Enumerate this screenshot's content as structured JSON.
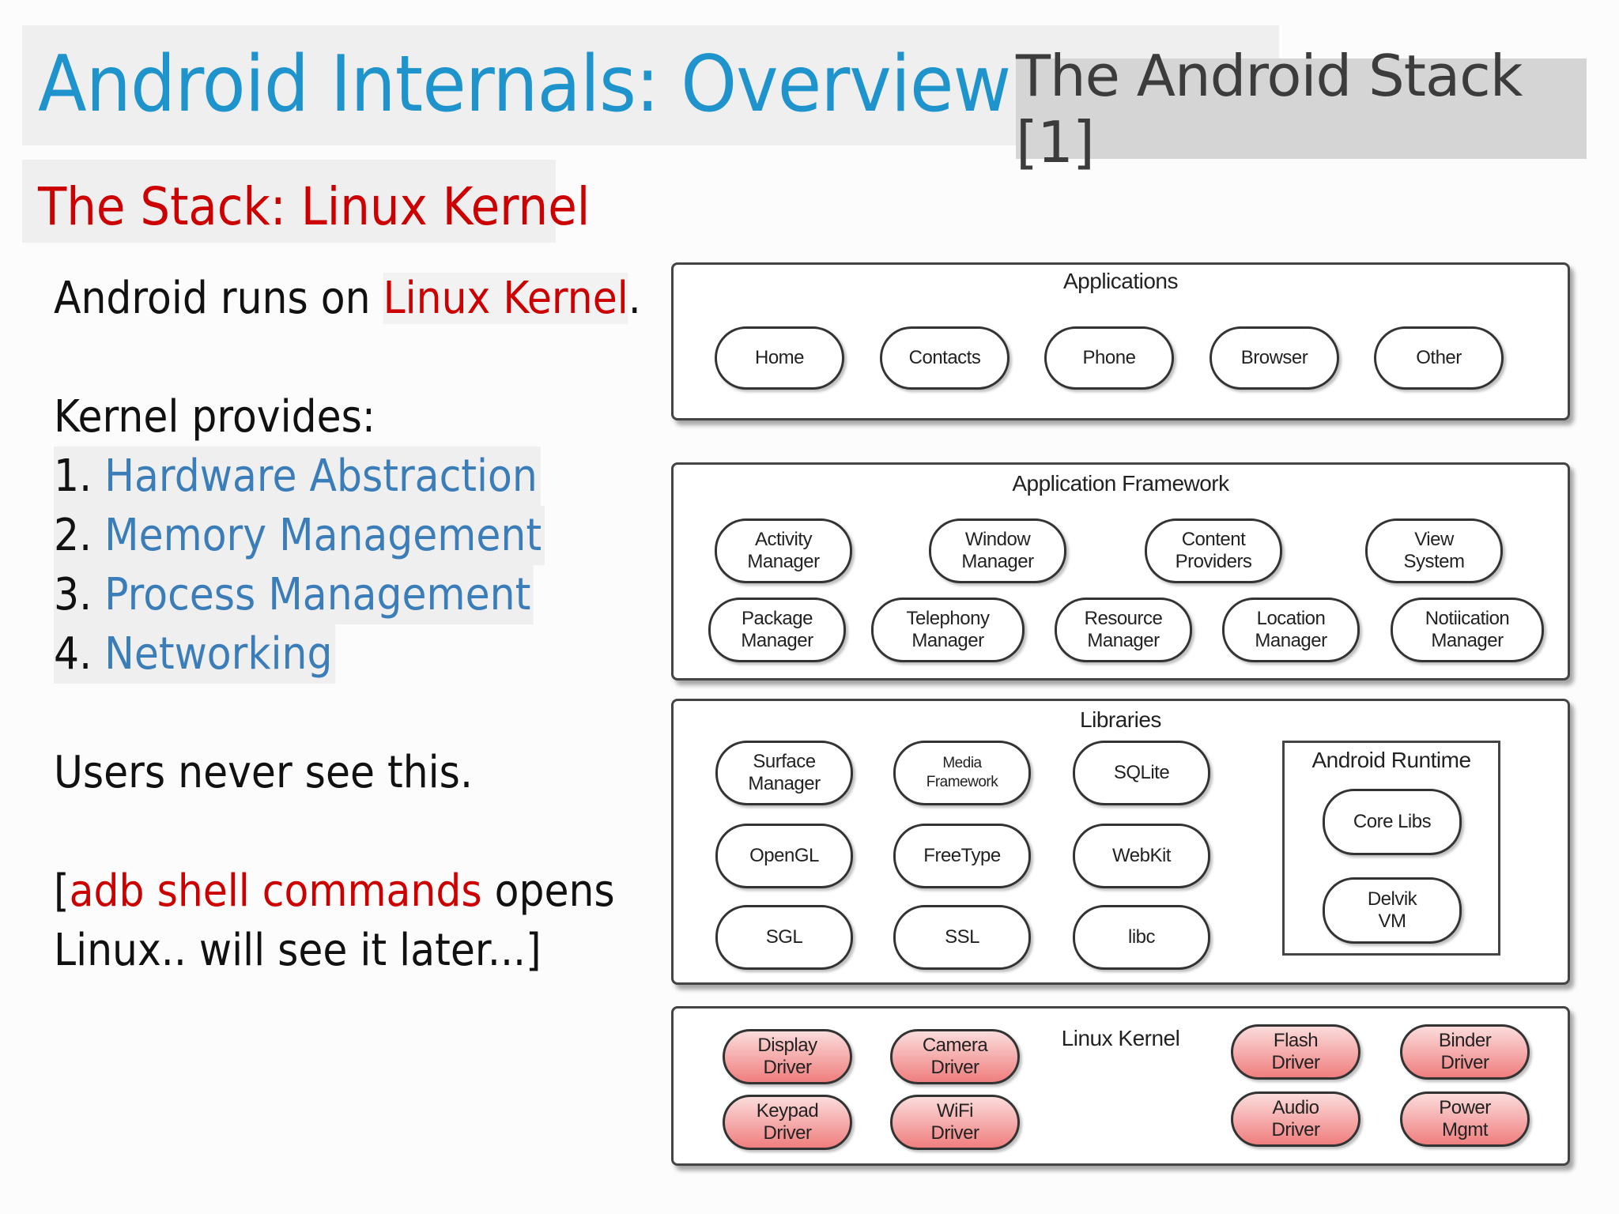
{
  "header": {
    "title": "Android Internals: Overview",
    "badge": "The Android Stack [1]",
    "subtitle": "The Stack: Linux Kernel"
  },
  "body": {
    "line1_a": "Android runs on ",
    "line1_b": "Linux Kernel",
    "line1_c": ".",
    "provides": "Kernel provides:",
    "items": [
      {
        "num": "1. ",
        "text": "Hardware Abstraction"
      },
      {
        "num": "2. ",
        "text": "Memory Management"
      },
      {
        "num": "3. ",
        "text": "Process Management"
      },
      {
        "num": "4. ",
        "text": "Networking"
      }
    ],
    "users": "Users never see this.",
    "adb_open": "[",
    "adb_cmd": "adb shell commands",
    "adb_rest": " opens",
    "adb_line2": "Linux.. will see it later...]"
  },
  "diagram": {
    "applications": {
      "title": "Applications",
      "items": [
        "Home",
        "Contacts",
        "Phone",
        "Browser",
        "Other"
      ]
    },
    "framework": {
      "title": "Application Framework",
      "row1": [
        "Activity\nManager",
        "Window\nManager",
        "Content\nProviders",
        "View\nSystem"
      ],
      "row2": [
        "Package\nManager",
        "Telephony\nManager",
        "Resource\nManager",
        "Location\nManager",
        "Notiication\nManager"
      ]
    },
    "libraries": {
      "title": "Libraries",
      "items": [
        "Surface\nManager",
        "Media\nFramework",
        "SQLite",
        "OpenGL",
        "FreeType",
        "WebKit",
        "SGL",
        "SSL",
        "libc"
      ],
      "runtime_title": "Android Runtime",
      "runtime_items": [
        "Core Libs",
        "Delvik\nVM"
      ]
    },
    "kernel": {
      "title": "Linux Kernel",
      "items": [
        "Display\nDriver",
        "Camera\nDriver",
        "Keypad\nDriver",
        "WiFi\nDriver",
        "Flash\nDriver",
        "Binder\nDriver",
        "Audio\nDriver",
        "Power\nMgmt"
      ]
    }
  }
}
